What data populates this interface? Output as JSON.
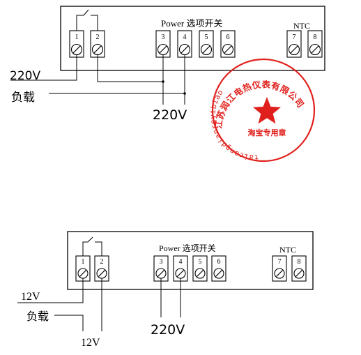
{
  "top_panel": {
    "power_label": "Power 选项开关",
    "ntc_label": "NTC",
    "terminals": [
      "1",
      "2",
      "3",
      "4",
      "5",
      "6",
      "7",
      "8"
    ],
    "left_voltage": "220V",
    "load_label": "负载",
    "bottom_voltage": "220V"
  },
  "bottom_panel": {
    "power_label": "Power 选项开关",
    "ntc_label": "NTC",
    "terminals": [
      "1",
      "2",
      "3",
      "4",
      "5",
      "6",
      "7",
      "8"
    ],
    "left_voltage": "12V",
    "load_label": "负载",
    "bottom_left_voltage": "12V",
    "bottom_voltage": "220V"
  },
  "seal": {
    "arc_company": "江苏润江电热仪表有限公司",
    "arc_url": "taicangdianreyibiao.taobao.com",
    "bottom_text": "淘宝专用章",
    "color": "#e0201c",
    "icon": "star-icon"
  }
}
